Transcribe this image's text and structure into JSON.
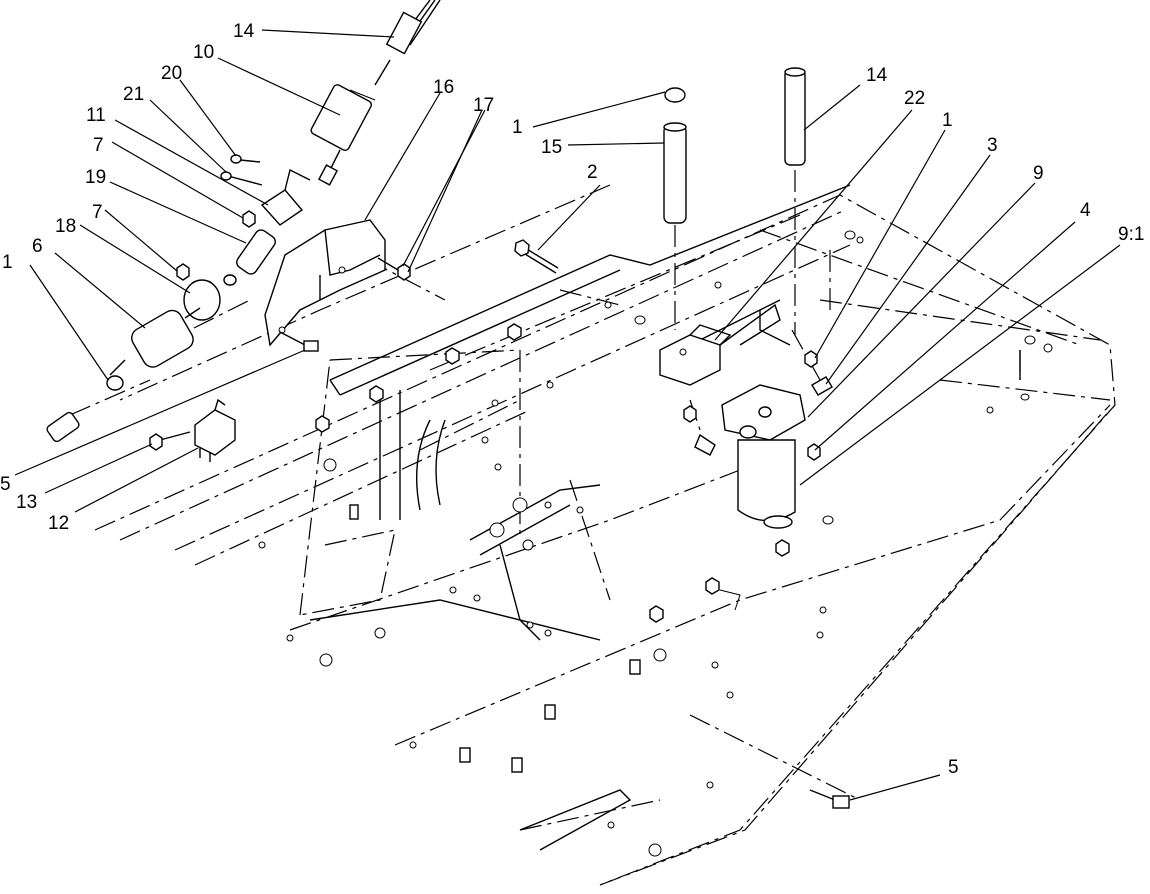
{
  "diagram": {
    "callouts": [
      {
        "id": "c-14a",
        "label": "14"
      },
      {
        "id": "c-10",
        "label": "10"
      },
      {
        "id": "c-20",
        "label": "20"
      },
      {
        "id": "c-21",
        "label": "21"
      },
      {
        "id": "c-11",
        "label": "11"
      },
      {
        "id": "c-7a",
        "label": "7"
      },
      {
        "id": "c-19",
        "label": "19"
      },
      {
        "id": "c-18",
        "label": "18"
      },
      {
        "id": "c-7b",
        "label": "7"
      },
      {
        "id": "c-1a",
        "label": "1"
      },
      {
        "id": "c-6",
        "label": "6"
      },
      {
        "id": "c-16",
        "label": "16"
      },
      {
        "id": "c-17",
        "label": "17"
      },
      {
        "id": "c-1b",
        "label": "1"
      },
      {
        "id": "c-15",
        "label": "15"
      },
      {
        "id": "c-2",
        "label": "2"
      },
      {
        "id": "c-14b",
        "label": "14"
      },
      {
        "id": "c-22",
        "label": "22"
      },
      {
        "id": "c-1c",
        "label": "1"
      },
      {
        "id": "c-3",
        "label": "3"
      },
      {
        "id": "c-9",
        "label": "9"
      },
      {
        "id": "c-4",
        "label": "4"
      },
      {
        "id": "c-91",
        "label": "9:1"
      },
      {
        "id": "c-5a",
        "label": "5"
      },
      {
        "id": "c-13",
        "label": "13"
      },
      {
        "id": "c-12",
        "label": "12"
      },
      {
        "id": "c-5b",
        "label": "5"
      }
    ]
  }
}
